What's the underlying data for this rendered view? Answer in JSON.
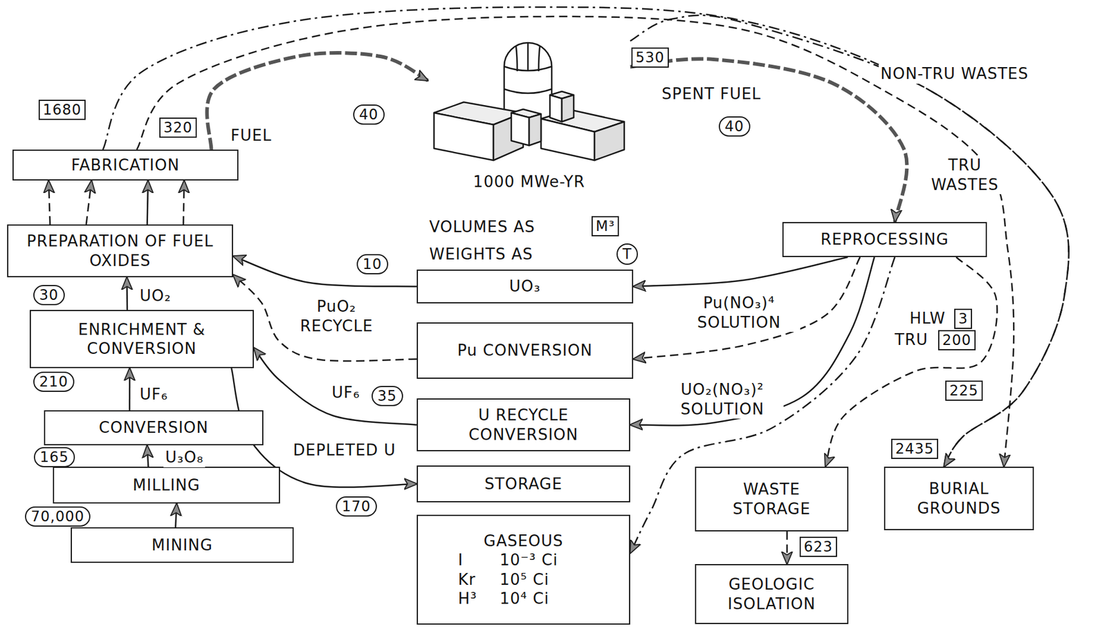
{
  "diagram": {
    "nodes": [
      {
        "text": [
          "1000 MWe-YR"
        ]
      },
      {
        "text": [
          "FABRICATION"
        ]
      },
      {
        "text": [
          "PREPARATION OF FUEL OXIDES"
        ]
      },
      {
        "text": [
          "ENRICHMENT & CONVERSION"
        ]
      },
      {
        "text": [
          "CONVERSION"
        ]
      },
      {
        "text": [
          "MILLING"
        ]
      },
      {
        "text": [
          "MINING"
        ]
      },
      {
        "text": [
          "REPROCESSING"
        ]
      },
      {
        "text": [
          "UO₃"
        ]
      },
      {
        "text": [
          "Pu CONVERSION"
        ]
      },
      {
        "text": [
          "U RECYCLE CONVERSION"
        ]
      },
      {
        "text": [
          "STORAGE"
        ]
      },
      {
        "text": [
          "GASEOUS",
          "I",
          "10⁻³ Ci",
          "Kr",
          "10⁵ Ci",
          "H³",
          "10⁴ Ci"
        ]
      },
      {
        "text": [
          "WASTE STORAGE"
        ]
      },
      {
        "text": [
          "GEOLOGIC ISOLATION"
        ]
      },
      {
        "text": [
          "BURIAL GROUNDS"
        ]
      }
    ],
    "edges": [
      {
        "from": 6,
        "to": 5,
        "arrow": "to"
      },
      {
        "from": 5,
        "to": 4,
        "label": "U₃O₈",
        "arrow": "to"
      },
      {
        "from": 4,
        "to": 3,
        "label": "UF₆",
        "arrow": "to"
      },
      {
        "from": 3,
        "to": 2,
        "label": "UO₂",
        "arrow": "to"
      },
      {
        "from": 2,
        "to": 1,
        "arrow": "to"
      },
      {
        "from": 2,
        "to": 1,
        "arrow": "to"
      },
      {
        "from": 2,
        "to": 1,
        "arrow": "to"
      },
      {
        "from": 2,
        "to": 1,
        "arrow": "to"
      },
      {
        "from": 1,
        "to": 0,
        "label": "FUEL",
        "arrow": "to"
      },
      {
        "from": 0,
        "to": 7,
        "label": "SPENT FUEL",
        "arrow": "to"
      },
      {
        "from": 7,
        "to": 8,
        "arrow": "to"
      },
      {
        "from": 7,
        "to": 9,
        "label": "Pu(NO₃)⁴ SOLUTION",
        "arrow": "to"
      },
      {
        "from": 7,
        "to": 10,
        "label": "UO₂(NO₃)² SOLUTION",
        "arrow": "to"
      },
      {
        "from": 8,
        "to": 2,
        "arrow": "to"
      },
      {
        "from": 9,
        "to": 2,
        "label": "PuO₂ RECYCLE",
        "arrow": "to"
      },
      {
        "from": 10,
        "to": 3,
        "label": "UF₆",
        "arrow": "to"
      },
      {
        "from": 3,
        "to": 11,
        "label": "DEPLETED U",
        "arrow": "to"
      },
      {
        "from": 7,
        "to": 12,
        "arrow": "to"
      },
      {
        "from": 7,
        "to": 13,
        "arrow": "to"
      },
      {
        "from": 13,
        "to": 14,
        "arrow": "to"
      },
      {
        "from": 1,
        "to": 15,
        "label": "NON-TRU WASTES",
        "arrow": "to"
      },
      {
        "from": 1,
        "to": 15,
        "label": "TRU WASTES",
        "arrow": "to"
      },
      {
        "from": 0,
        "to": 15,
        "arrow": "to"
      }
    ],
    "labels": [
      "1680",
      "320",
      "40",
      "530",
      "40",
      "VOLUMES AS",
      "M³",
      "WEIGHTS AS",
      "T",
      "10",
      "30",
      "210",
      "165",
      "70,000",
      "35",
      "170",
      "HLW",
      "3",
      "TRU",
      "200",
      "225",
      "2435",
      "623"
    ]
  }
}
